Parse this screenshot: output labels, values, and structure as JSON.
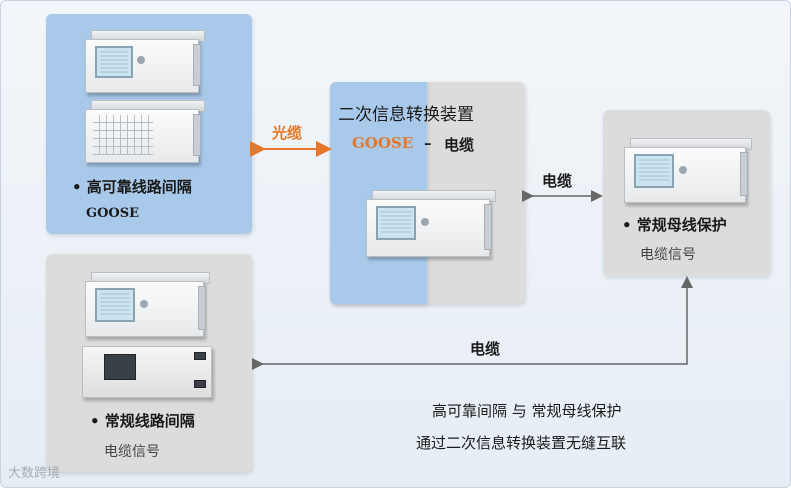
{
  "panels": {
    "top_left": {
      "bullet_label": "• 高可靠线路间隔",
      "signal_label": "GOOSE"
    },
    "center": {
      "title": "二次信息转换装置",
      "subtitle_left": "GOOSE",
      "subtitle_dash": "–",
      "subtitle_right": "电缆"
    },
    "right": {
      "bullet_label": "• 常规母线保护",
      "signal_label": "电缆信号"
    },
    "bottom_left": {
      "bullet_label": "• 常规线路间隔",
      "signal_label": "电缆信号"
    }
  },
  "connections": {
    "fiber_label": "光缆",
    "cable_label_right": "电缆",
    "cable_label_bottom": "电缆"
  },
  "caption": {
    "line1": "高可靠间隔 与 常规母线保护",
    "line2": "通过二次信息转换装置无缝互联"
  },
  "watermark": "大数跨境",
  "colors": {
    "blue_panel": "#a9c9ea",
    "gray_panel": "#dcdcdc",
    "fiber_arrow": "#e4772a",
    "cable_arrow": "#666666"
  }
}
